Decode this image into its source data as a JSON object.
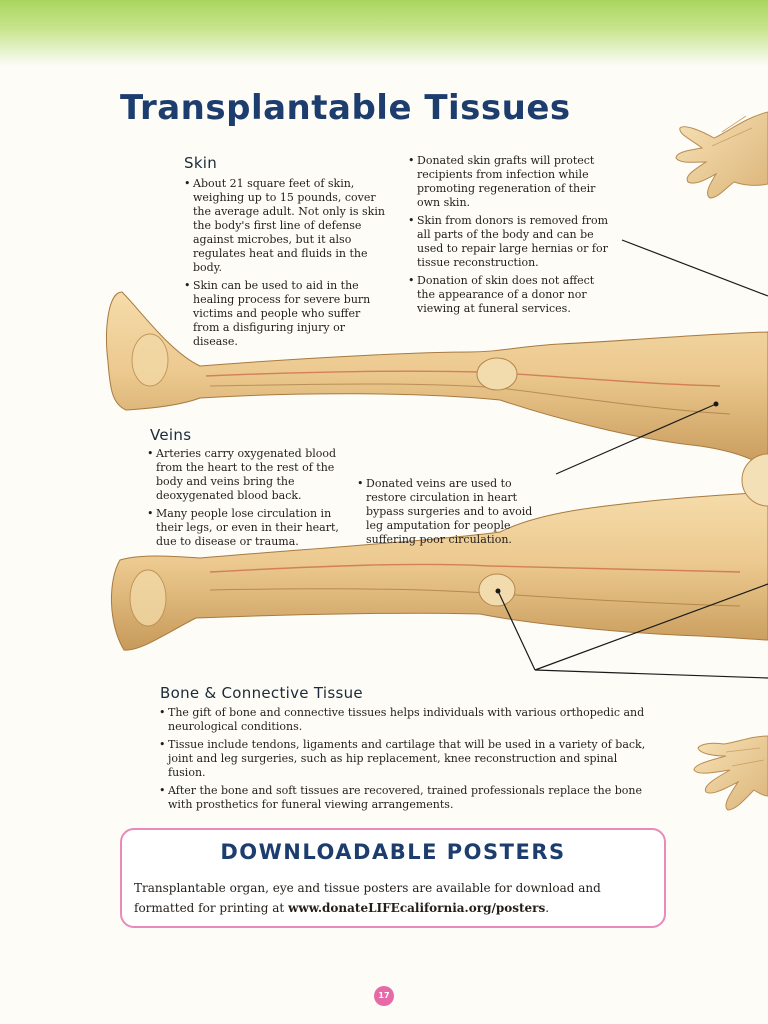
{
  "title": "Transplantable Tissues",
  "skin": {
    "heading": "Skin",
    "bullets_left": [
      "About 21 square feet of skin, weighing up to 15 pounds, cover the average adult. Not only is skin the body's first line of defense against microbes, but it also regulates heat and fluids in the body.",
      "Skin can be used to aid in the healing process for severe burn victims and people who suffer from a disfiguring injury or disease."
    ],
    "bullets_right": [
      "Donated skin grafts will protect recipients from infection while promoting regeneration of their own skin.",
      "Skin from donors is removed from all parts of the body and can be used to repair large hernias or for tissue reconstruction.",
      "Donation of skin does not affect the appearance of a donor nor viewing at funeral services."
    ]
  },
  "veins": {
    "heading": "Veins",
    "bullets_left": [
      "Arteries carry oxygenated blood from the heart to the rest of the body and veins bring the deoxygenated blood back.",
      "Many people lose circulation in their legs, or even in their heart, due to disease or trauma."
    ],
    "bullets_right": [
      "Donated veins are used to restore circulation in heart bypass surgeries and to avoid leg amputation for people suffering poor circulation."
    ]
  },
  "bone": {
    "heading": "Bone & Connective Tissue",
    "bullets": [
      "The gift of bone and connective tissues helps individuals with various orthopedic and neurological conditions.",
      "Tissue include tendons, ligaments and cartilage that will be used in a variety of back, joint and leg surgeries, such as hip replacement, knee reconstruction and spinal fusion.",
      "After the bone and soft tissues are recovered, trained professionals replace the bone with prosthetics for funeral viewing arrangements."
    ]
  },
  "posters": {
    "title": "DOWNLOADABLE POSTERS",
    "text_before": "Transplantable organ, eye and tissue posters are available for download and formatted for printing at ",
    "link": "www.donateLIFEcalifornia.org/posters",
    "text_after": "."
  },
  "page_number": "17",
  "colors": {
    "heading_blue": "#1c3d6e",
    "pink_border": "#ea8ab9",
    "badge_pink": "#e66aa8",
    "band_green": "#a9d65e",
    "skin_tone": "#e9c487"
  }
}
